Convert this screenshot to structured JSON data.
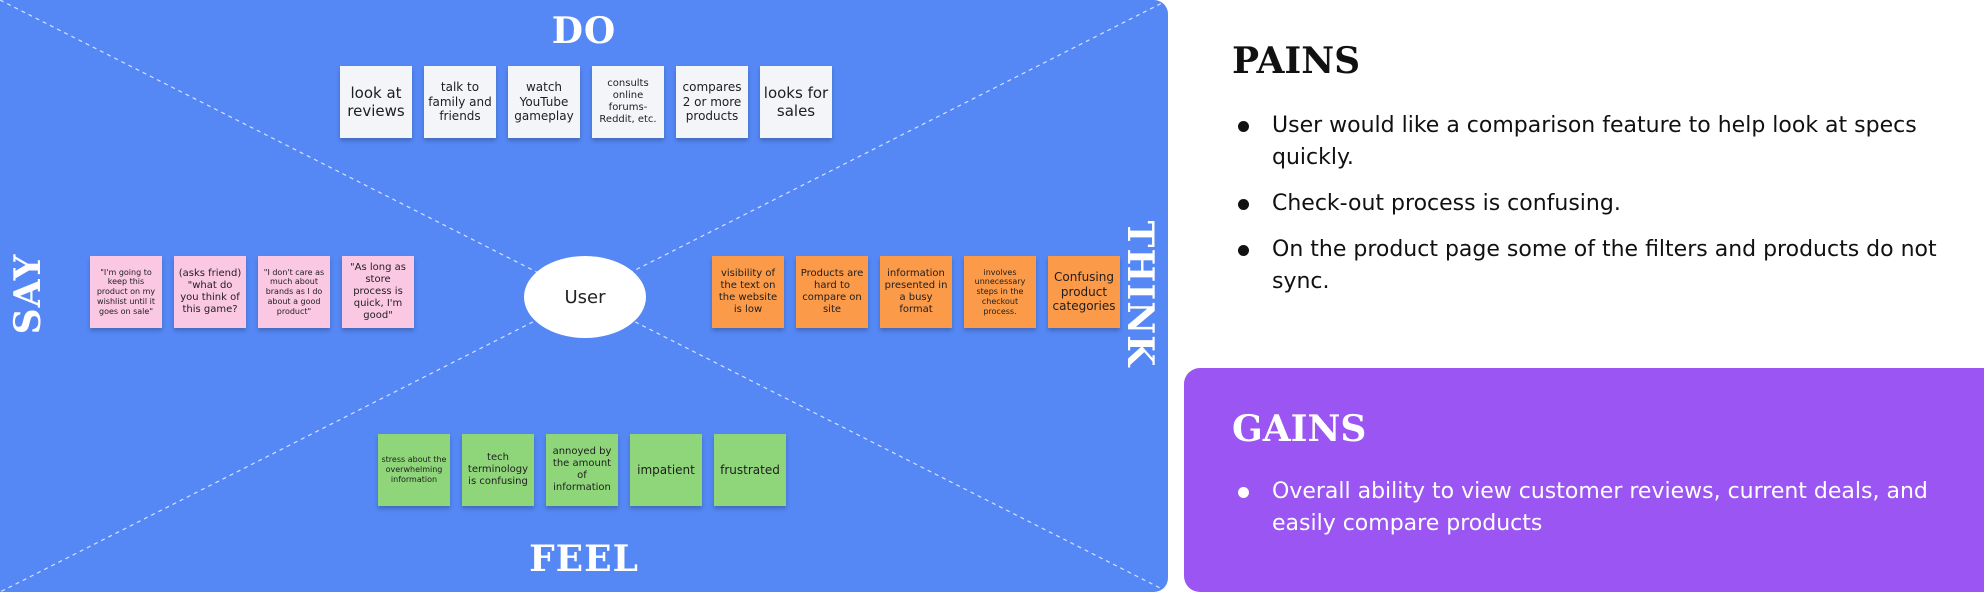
{
  "map": {
    "center": "User",
    "quadrants": {
      "do": {
        "label": "DO",
        "notes": [
          "look at reviews",
          "talk to family and friends",
          "watch YouTube gameplay",
          "consults online forums- Reddit, etc.",
          "compares 2 or more products",
          "looks for sales"
        ]
      },
      "say": {
        "label": "SAY",
        "notes": [
          "\"I'm going to keep this product on my wishlist until it goes on sale\"",
          "(asks friend) \"what do you think of this game?",
          "\"I don't care as much about brands as I do about a good product\"",
          "\"As long as store process is quick, I'm good\""
        ]
      },
      "think": {
        "label": "THINK",
        "notes": [
          "visibility of the text on the website is low",
          "Products are hard to compare on site",
          "information presented in a busy format",
          "involves unnecessary steps in the checkout process.",
          "Confusing product categories"
        ]
      },
      "feel": {
        "label": "FEEL",
        "notes": [
          "stress about the overwhelming information",
          "tech terminology is confusing",
          "annoyed by the amount of information",
          "impatient",
          "frustrated"
        ]
      }
    },
    "colors": {
      "background": "#5588f5",
      "do_notes": "#f4f5f9",
      "say_notes": "#fbc8e4",
      "think_notes": "#fb9a48",
      "feel_notes": "#8fd67a"
    }
  },
  "pains": {
    "title": "PAINS",
    "items": [
      "User would like a comparison feature to help look at specs quickly.",
      "Check-out process is confusing.",
      "On the product page some of the filters and products do not sync."
    ]
  },
  "gains": {
    "title": "GAINS",
    "color": "#9b55f2",
    "items": [
      "Overall ability to view customer reviews, current deals, and easily compare products"
    ]
  }
}
